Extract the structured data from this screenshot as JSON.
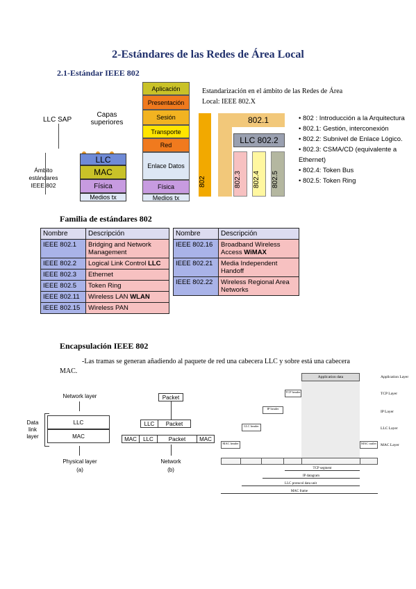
{
  "title": "2-Estándares de las Redes de Área Local",
  "subtitle": "2.1-Estándar IEEE 802",
  "left_diagram": {
    "llc_sap": "LLC SAP",
    "capas_superiores": "Capas superiores",
    "ambito": "Ámbito estándares IEEE 802",
    "llc": "LLC",
    "mac": "MAC",
    "fisica": "Física",
    "medios": "Medios tx"
  },
  "osi_stack": {
    "aplicacion": "Aplicación",
    "presentacion": "Presentación",
    "sesion": "Sesión",
    "transporte": "Transporte",
    "red": "Red",
    "enlace": "Enlace Datos",
    "fisica": "Física",
    "medios": "Medios tx"
  },
  "stand_text": "Estandarización en el ámbito de las Redes de Área Local: IEEE 802.X",
  "ieee_diagram": {
    "v802": "802",
    "h8021": "802.1",
    "llc8022": "LLC 802.2",
    "v8023": "802.3",
    "v8024": "802.4",
    "v8025": "802.5"
  },
  "bullets": [
    "• 802   : Introducción a la Arquitectura",
    "• 802.1: Gestión, interconexión",
    "• 802.2: Subnivel de Enlace Lógico.",
    "• 802.3: CSMA/CD (equivalente a Ethernet)",
    "• 802.4: Token Bus",
    "• 802.5: Token Ring"
  ],
  "familia_heading": "Familia de estándares 802",
  "table_headers": {
    "nombre": "Nombre",
    "descripcion": "Descripción"
  },
  "table_left": [
    {
      "n": "IEEE 802.1",
      "d": "Bridging and Network Management",
      "b": ""
    },
    {
      "n": "IEEE 802.2",
      "d": "Logical Link Control ",
      "b": "LLC"
    },
    {
      "n": "IEEE 802.3",
      "d": "Ethernet",
      "b": ""
    },
    {
      "n": "IEEE 802.5",
      "d": "Token Ring",
      "b": ""
    },
    {
      "n": "IEEE 802.11",
      "d": "Wireless LAN  ",
      "b": "WLAN"
    },
    {
      "n": "IEEE 802.15",
      "d": "Wireless PAN",
      "b": ""
    }
  ],
  "table_right": [
    {
      "n": "IEEE 802.16",
      "d": "Broadband Wireless Access ",
      "b": "WiMAX"
    },
    {
      "n": "IEEE 802.21",
      "d": "Media Independent Handoff",
      "b": ""
    },
    {
      "n": "IEEE 802.22",
      "d": "Wireless Regional Area Networks",
      "b": ""
    }
  ],
  "encaps_heading": "Encapsulación IEEE 802",
  "encaps_text": "-Las tramas se generan añadiendo al paquete de red una cabecera LLC y sobre está una cabecera MAC.",
  "diag_a": {
    "network": "Network layer",
    "data_link": "Data link layer",
    "llc": "LLC",
    "mac": "MAC",
    "physical": "Physical layer",
    "caption": "(a)"
  },
  "diag_b": {
    "packet": "Packet",
    "llc": "LLC",
    "mac": "MAC",
    "network": "Network",
    "caption": "(b)"
  },
  "diag_c": {
    "app_data": "Application data",
    "app_layer": "Application Layer",
    "tcp_layer": "TCP Layer",
    "ip_layer": "IP Layer",
    "llc_layer": "LLC Layer",
    "mac_layer": "MAC Layer",
    "tcp_header": "TCP header",
    "ip_header": "IP header",
    "llc_header": "LLC header",
    "mac_header": "MAC header",
    "mac_trailer": "MAC trailer",
    "tcp_segment": "TCP segment",
    "ip_datagram": "IP datagram",
    "llc_pdu": "LLC protocol data unit",
    "mac_frame": "MAC frame"
  }
}
